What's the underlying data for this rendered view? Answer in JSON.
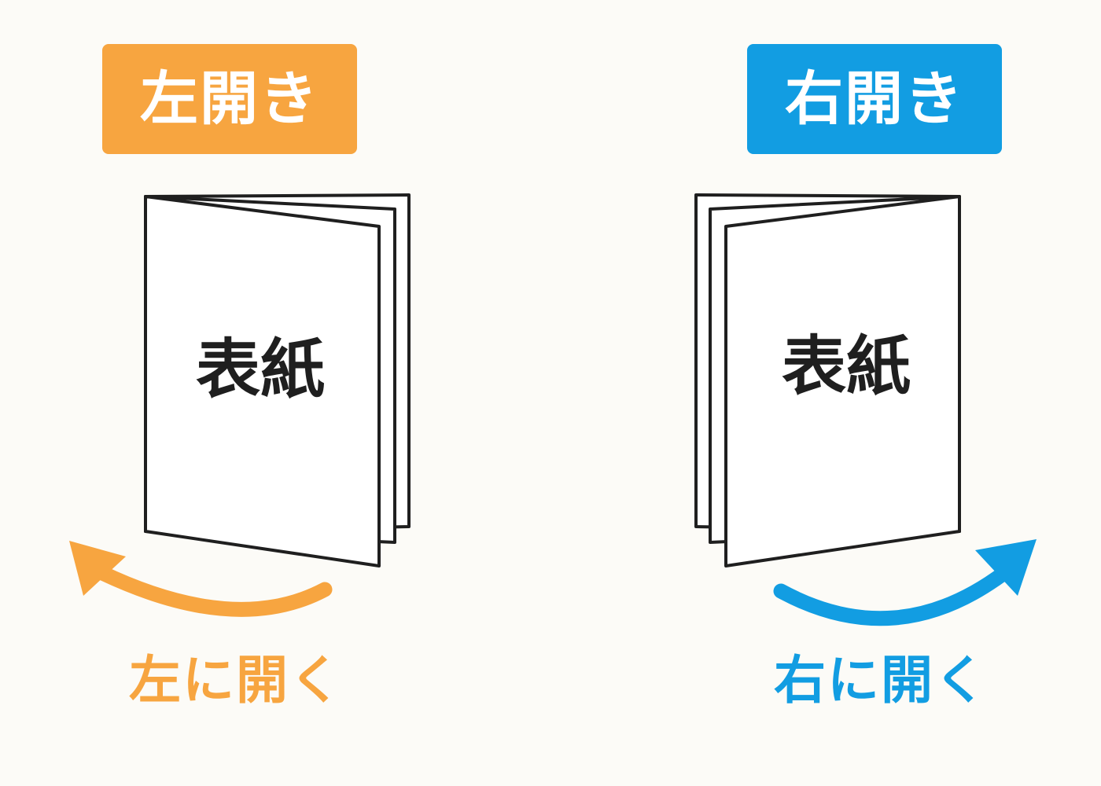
{
  "left": {
    "title": "左開き",
    "cover_label": "表紙",
    "direction_label": "左に開く",
    "accent_color": "#f7a540",
    "arrow_icon": "curved-arrow-left-icon"
  },
  "right": {
    "title": "右開き",
    "cover_label": "表紙",
    "direction_label": "右に開く",
    "accent_color": "#129de2",
    "arrow_icon": "curved-arrow-right-icon"
  },
  "colors": {
    "background": "#fcfbf7",
    "outline": "#1f1f1f",
    "page": "#ffffff"
  }
}
